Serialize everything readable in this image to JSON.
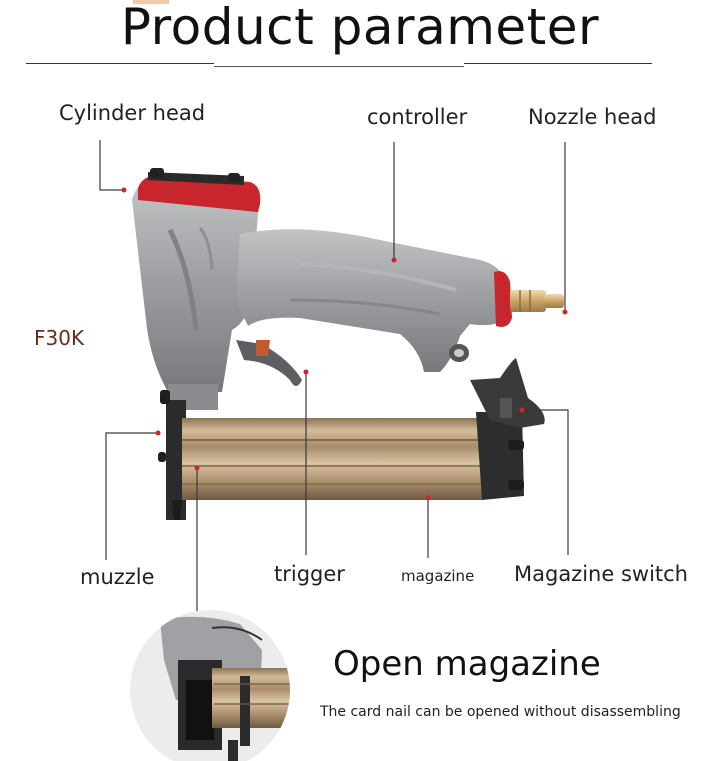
{
  "header": {
    "title": "Product parameter"
  },
  "model": "F30K",
  "parts": {
    "cylinder_head": "Cylinder head",
    "controller": "controller",
    "nozzle_head": "Nozzle head",
    "muzzle": "muzzle",
    "trigger": "trigger",
    "magazine": "magazine",
    "magazine_switch": "Magazine switch"
  },
  "feature": {
    "title": "Open magazine",
    "description": "The card nail can be opened without disassembling"
  },
  "colors": {
    "accent_red": "#d0232a",
    "body_gray": "#9a9c9f",
    "magazine_gold": "#b89a76"
  }
}
